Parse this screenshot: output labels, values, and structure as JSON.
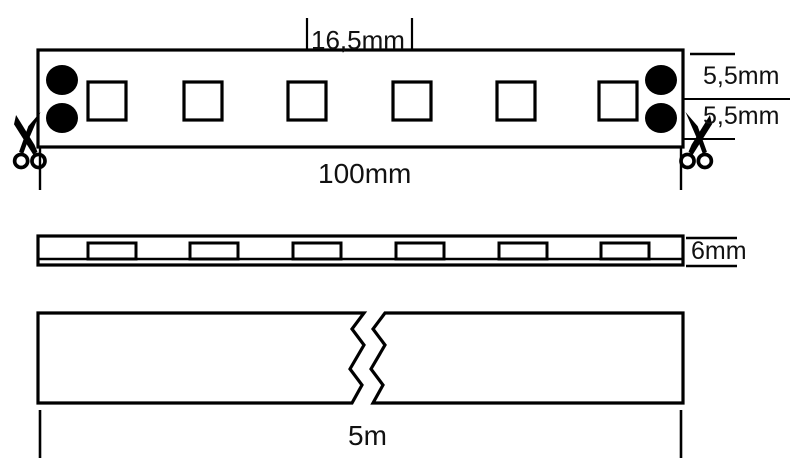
{
  "drawing": {
    "title": "LED strip dimensional drawing",
    "units": "mm",
    "stroke_color": "#000000",
    "fill_color": "#000000",
    "background": "#ffffff"
  },
  "dimensions": {
    "led_pitch": "16,5mm",
    "cut_length": "100mm",
    "pad_top": "5,5mm",
    "pad_bottom": "5,5mm",
    "strip_width": "6mm",
    "reel_length": "5m"
  },
  "views": {
    "top_view": {
      "name": "top-view",
      "led_count": 6,
      "pad_count": 4,
      "cut_markers": 2,
      "cut_marker_icon": "scissors-icon"
    },
    "side_view": {
      "name": "side-view",
      "led_count": 6
    },
    "reel_view": {
      "name": "reel-view",
      "break_symbol": "zigzag-break"
    }
  }
}
